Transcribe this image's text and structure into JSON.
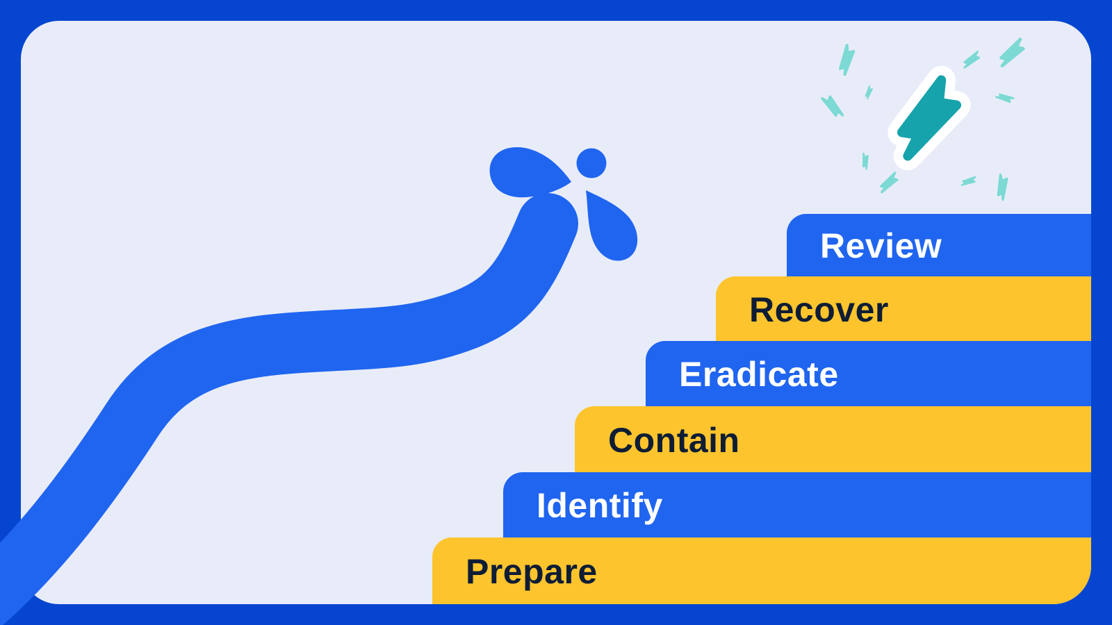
{
  "steps": [
    {
      "label": "Review",
      "variant": "blue"
    },
    {
      "label": "Recover",
      "variant": "yellow"
    },
    {
      "label": "Eradicate",
      "variant": "blue"
    },
    {
      "label": "Contain",
      "variant": "yellow"
    },
    {
      "label": "Identify",
      "variant": "blue"
    },
    {
      "label": "Prepare",
      "variant": "yellow"
    }
  ],
  "colors": {
    "frame_blue": "#0545d0",
    "panel_background": "#e8ecf9",
    "step_blue": "#2065f0",
    "step_yellow": "#fdc42d",
    "text_on_blue": "#ffffff",
    "text_on_yellow": "#0e1d35",
    "lightning_teal": "#17a3ab",
    "spark_teal_light": "#7cd9d3",
    "sticker_outline": "#ffffff"
  },
  "icons": {
    "growth_stem": "wavy-growth-stem-icon",
    "sprout": "sprout-petals-icon",
    "lightning_sticker": "lightning-bolt-icon",
    "sparks": "spark-icon"
  }
}
